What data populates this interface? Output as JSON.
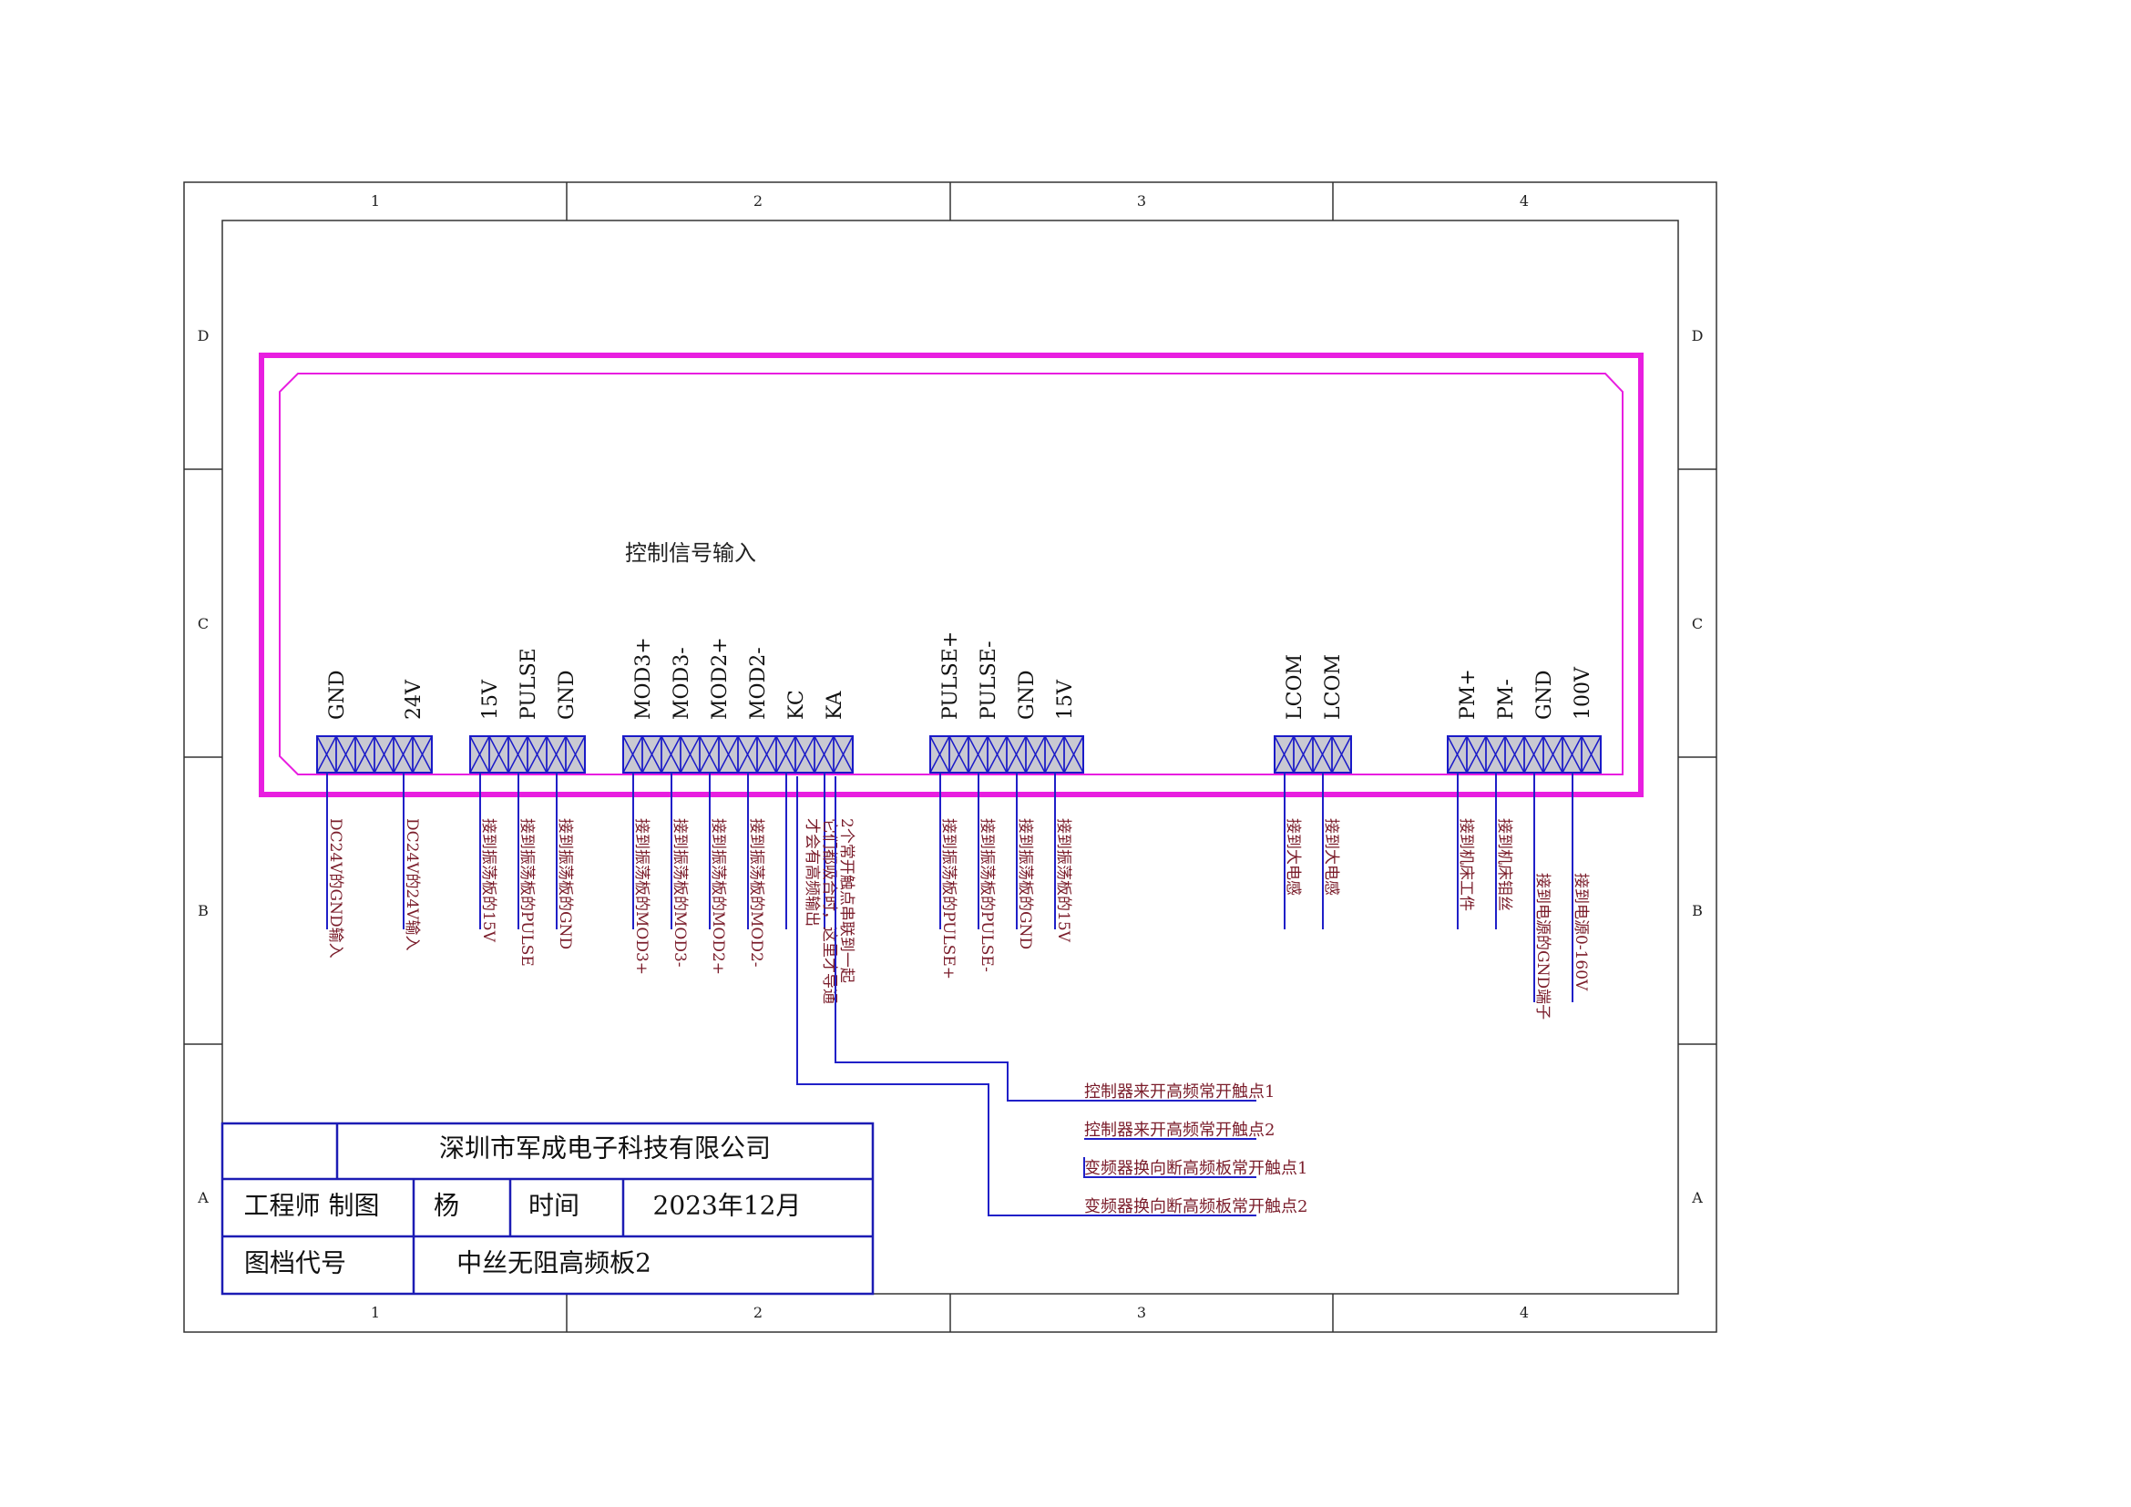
{
  "frame": {
    "columns": [
      "1",
      "2",
      "3",
      "4"
    ],
    "rows": [
      "D",
      "C",
      "B",
      "A"
    ]
  },
  "board": {
    "title": "控制信号输入"
  },
  "colors": {
    "frame": "#333333",
    "board_outline": "#e81ee0",
    "terminal_fill": "#c9c9d2",
    "terminal_stroke": "#1a1ac8",
    "wire": "#2020c8",
    "label_text": "#7a1c2a",
    "title_block": "#1c1cb4",
    "black_text": "#111111"
  },
  "terminal_groups": [
    {
      "pins": [
        {
          "label": "GND",
          "note": "DC24V的GND输入",
          "wire": true
        },
        {
          "label": "",
          "note": "",
          "wire": false
        },
        {
          "label": "24V",
          "note": "DC24V的24V输入",
          "wire": true
        }
      ]
    },
    {
      "pins": [
        {
          "label": "15V",
          "note": "接到振荡板的15V",
          "wire": true
        },
        {
          "label": "PULSE",
          "note": "接到振荡板的PULSE",
          "wire": true
        },
        {
          "label": "GND",
          "note": "接到振荡板的GND",
          "wire": true
        }
      ]
    },
    {
      "pins": [
        {
          "label": "MOD3+",
          "note": "接到振荡板的MOD3+",
          "wire": true
        },
        {
          "label": "MOD3-",
          "note": "接到振荡板的MOD3-",
          "wire": true
        },
        {
          "label": "MOD2+",
          "note": "接到振荡板的MOD2+",
          "wire": true
        },
        {
          "label": "MOD2-",
          "note": "接到振荡板的MOD2-",
          "wire": true
        },
        {
          "label": "KC",
          "note": "",
          "wire": true
        },
        {
          "label": "KA",
          "note": "",
          "wire": true
        }
      ]
    },
    {
      "pins": [
        {
          "label": "PULSE+",
          "note": "接到振荡板的PULSE+",
          "wire": true
        },
        {
          "label": "PULSE-",
          "note": "接到振荡板的PULSE-",
          "wire": true
        },
        {
          "label": "GND",
          "note": "接到振荡板的GND",
          "wire": true
        },
        {
          "label": "15V",
          "note": "接到振荡板的15V",
          "wire": true
        }
      ]
    },
    {
      "pins": [
        {
          "label": "LCOM",
          "note": "接到大电感",
          "wire": true
        },
        {
          "label": "LCOM",
          "note": "接到大电感",
          "wire": true
        }
      ]
    },
    {
      "pins": [
        {
          "label": "PM+",
          "note": "接到机床工件",
          "wire": true
        },
        {
          "label": "PM-",
          "note": "接到机床钼丝",
          "wire": true
        },
        {
          "label": "GND",
          "note": "接到电源的GND端子",
          "wire": true
        },
        {
          "label": "100V",
          "note": "接到电源0-160V",
          "wire": true
        }
      ]
    }
  ],
  "ka_kc_note": [
    "2个常开触点串联到一起",
    "它们都吸合时，这里才导通",
    "才会有高频输出"
  ],
  "relay_labels": [
    "控制器来开高频常开触点1",
    "控制器来开高频常开触点2",
    "变频器换向断高频板常开触点1",
    "变频器换向断高频板常开触点2"
  ],
  "title_block": {
    "company": "深圳市军成电子科技有限公司",
    "engineer_label": "工程师 制图",
    "engineer_name": "杨",
    "time_label": "时间",
    "time_value": "2023年12月",
    "drawing_label": "图档代号",
    "drawing_value": "中丝无阻高频板2"
  }
}
